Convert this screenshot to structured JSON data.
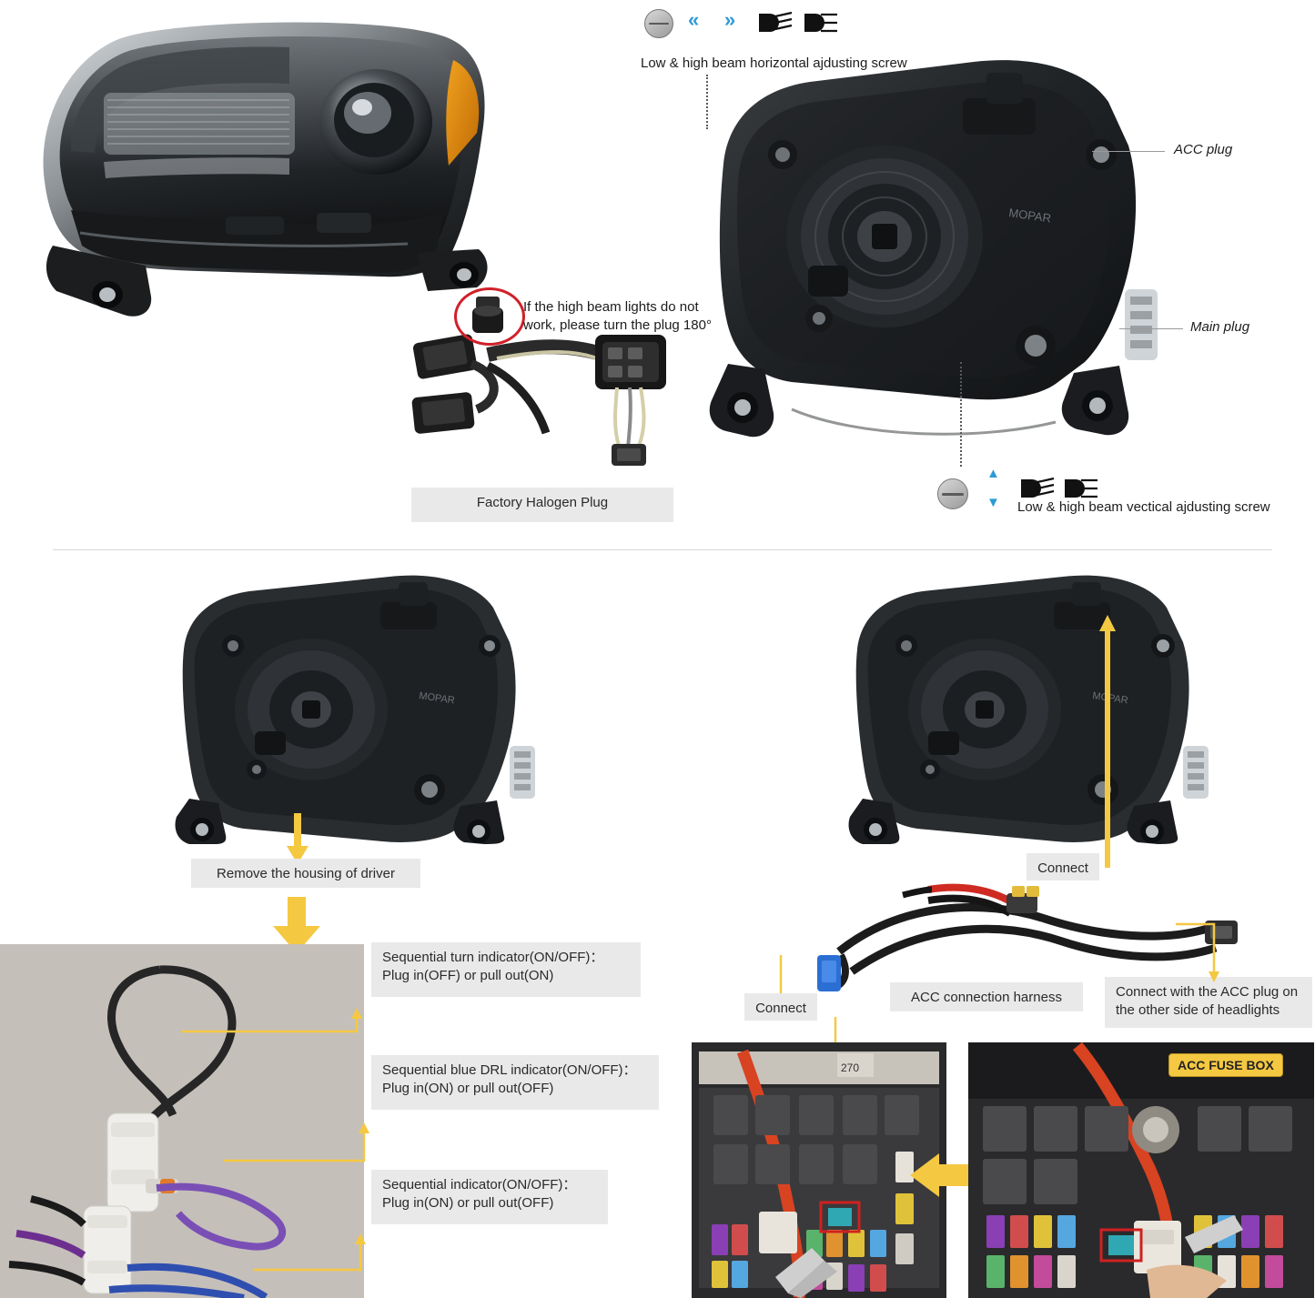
{
  "page": {
    "title": "Headlight Installation Instruction Diagram"
  },
  "top_left": {
    "image_name": "headlight-assembly-front-view"
  },
  "top_right": {
    "image_name": "headlight-assembly-rear-view",
    "legend": {
      "horizontal_text": "Low & high beam horizontal ajdusting screw",
      "vertical_text": "Low & high beam vectical ajdusting screw",
      "chevron_left": "«",
      "chevron_right": "»",
      "arrow_up": "▲",
      "arrow_down": "▼"
    },
    "callouts": {
      "acc_plug": "ACC plug",
      "main_plug": "Main plug"
    }
  },
  "plug_section": {
    "note": "If the high beam lights do not work, please turn the plug 180°",
    "caption": "Factory Halogen Plug",
    "image_name": "factory-halogen-plug-harness"
  },
  "bottom_left": {
    "image_name": "headlight-rear-driver-housing",
    "step_label": "Remove the housing of driver",
    "wire_image_name": "driver-wire-connectors-photo",
    "options": [
      {
        "line1": "Sequential turn indicator(ON/OFF)：",
        "line2": "Plug in(OFF) or pull out(ON)"
      },
      {
        "line1": "Sequential blue DRL indicator(ON/OFF)：",
        "line2": "Plug in(ON) or pull out(OFF)"
      },
      {
        "line1": "Sequential indicator(ON/OFF)：",
        "line2": "Plug in(ON) or pull out(OFF)"
      }
    ]
  },
  "bottom_right": {
    "image_name": "headlight-rear-acc-plug-view",
    "connect_top_label": "Connect",
    "connect_left_label": "Connect",
    "harness_label": "ACC connection harness",
    "harness_image_name": "acc-connection-harness-cable",
    "acc_plug_note": "Connect with the ACC plug on the other side of headlights",
    "fuse_box_badge": "ACC FUSE BOX",
    "fusebox_left_image_name": "fuse-box-photo-closeup",
    "fusebox_right_image_name": "fuse-box-photo-overview"
  },
  "colors": {
    "accent_yellow": "#f5c842",
    "accent_blue": "#2e9bd6",
    "box_gray": "#e9e9e9",
    "red_circle": "#d0202a"
  }
}
